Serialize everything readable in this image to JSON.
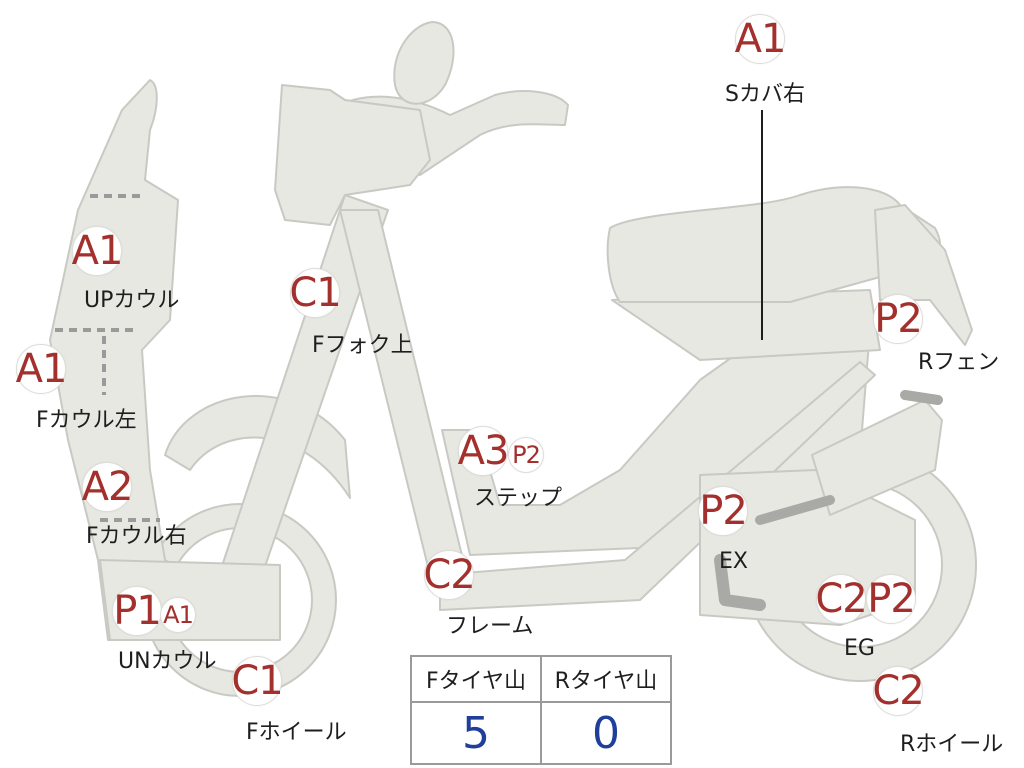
{
  "parts": [
    {
      "id": "s-cover-right",
      "codes": [
        {
          "code": "A1",
          "size": "large"
        }
      ],
      "label": "Sカバ右"
    },
    {
      "id": "up-cowl",
      "codes": [
        {
          "code": "A1",
          "size": "large"
        }
      ],
      "label": "UPカウル"
    },
    {
      "id": "f-fork-upper",
      "codes": [
        {
          "code": "C1",
          "size": "large"
        }
      ],
      "label": "Fフォク上"
    },
    {
      "id": "r-fender",
      "codes": [
        {
          "code": "P2",
          "size": "large"
        }
      ],
      "label": "Rフェン"
    },
    {
      "id": "f-cowl-left",
      "codes": [
        {
          "code": "A1",
          "size": "large"
        }
      ],
      "label": "Fカウル左"
    },
    {
      "id": "step",
      "codes": [
        {
          "code": "A3",
          "size": "large"
        },
        {
          "code": "P2",
          "size": "small"
        }
      ],
      "label": "ステップ"
    },
    {
      "id": "f-cowl-right",
      "codes": [
        {
          "code": "A2",
          "size": "large"
        }
      ],
      "label": "Fカウル右"
    },
    {
      "id": "ex",
      "codes": [
        {
          "code": "P2",
          "size": "large"
        }
      ],
      "label": "EX"
    },
    {
      "id": "frame",
      "codes": [
        {
          "code": "C2",
          "size": "large"
        }
      ],
      "label": "フレーム"
    },
    {
      "id": "eg",
      "codes": [
        {
          "code": "C2",
          "size": "large"
        },
        {
          "code": "P2",
          "size": "large"
        }
      ],
      "label": "EG"
    },
    {
      "id": "un-cowl",
      "codes": [
        {
          "code": "P1",
          "size": "large"
        },
        {
          "code": "A1",
          "size": "small"
        }
      ],
      "label": "UNカウル"
    },
    {
      "id": "f-wheel",
      "codes": [
        {
          "code": "C1",
          "size": "large"
        }
      ],
      "label": "Fホイール"
    },
    {
      "id": "r-wheel",
      "codes": [
        {
          "code": "C2",
          "size": "large"
        }
      ],
      "label": "Rホイール"
    }
  ],
  "tire_table": {
    "headers": [
      "Fタイヤ山",
      "Rタイヤ山"
    ],
    "values": [
      "5",
      "0"
    ]
  },
  "colors": {
    "part_fill": "#e8e8e3",
    "part_stroke": "#c9c9c4",
    "code_text": "#a3302c",
    "table_value": "#1f3f9a"
  }
}
